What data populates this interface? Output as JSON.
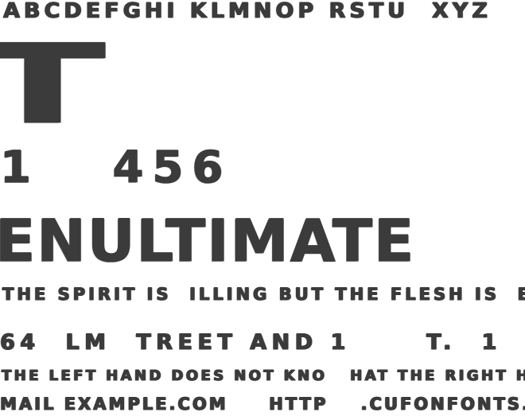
{
  "specimen": {
    "text_color": "#3b3b3b",
    "background_color": "#ffffff",
    "lines": {
      "alphabet": "ABCDEFGHI KLMNOP RSTU  XYZ",
      "big_glyph": "T",
      "numerals": "1   456            $        .",
      "headline": "ENULTIMATE",
      "pangram_a": "THE SPIRIT IS  ILLING BUT THE FLESH IS  EAK",
      "address": "64  LM  TREET AND 1      T.  1",
      "pangram_b": "THE LEFT HAND DOES NOT KNO   HAT THE RIGHT HAND IS DOI",
      "contact": "MAIL EXAMPLE.COM     HTTP    .CUFONFONTS.COM"
    }
  }
}
